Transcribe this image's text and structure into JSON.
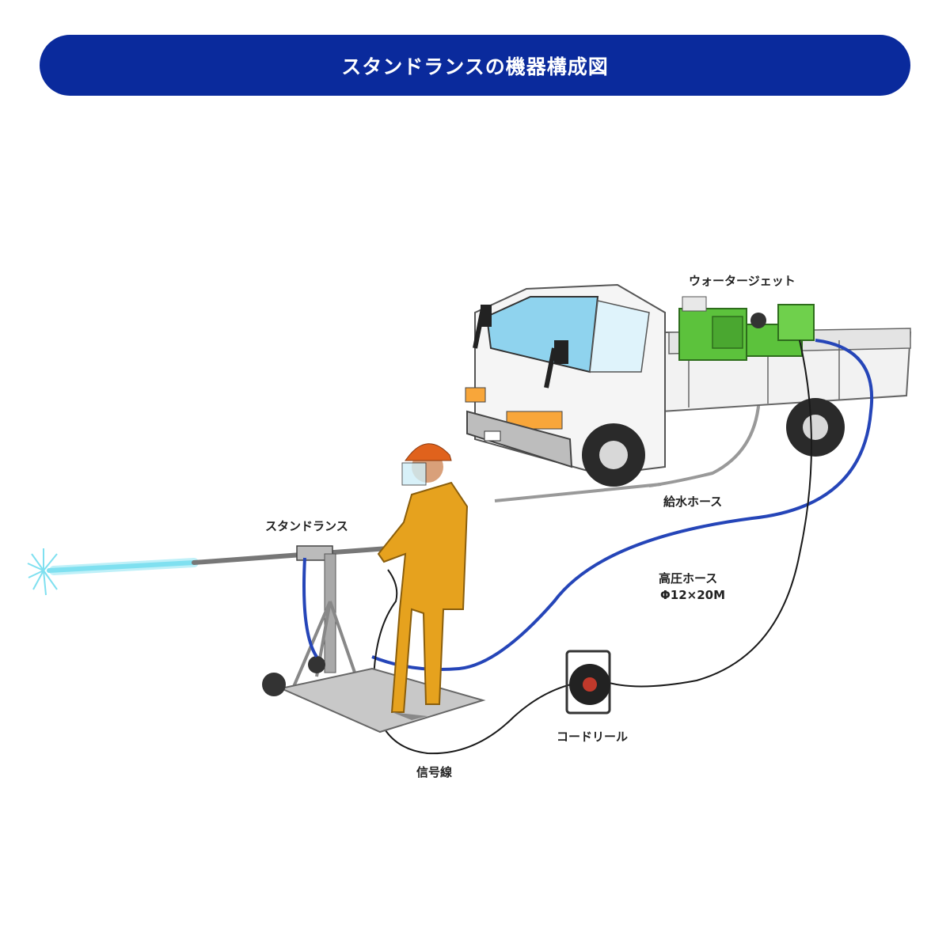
{
  "header": {
    "title": "スタンドランスの機器構成図"
  },
  "labels": {
    "water_jet": "ウォータージェット",
    "supply_hose": "給水ホース",
    "stand_lance": "スタンドランス",
    "high_pressure_hose": "高圧ホース",
    "hose_spec": "Φ12×20M",
    "cord_reel": "コードリール",
    "signal_line": "信号線"
  },
  "colors": {
    "banner": "#0a2a9c",
    "high_pressure_hose": "#2545b8",
    "water_jet_unit": "#5cc23c",
    "truck_window": "#8fd3ee",
    "worker_suit": "#e6a21e",
    "helmet": "#e0621c",
    "water_spray": "#7fe0f0"
  }
}
